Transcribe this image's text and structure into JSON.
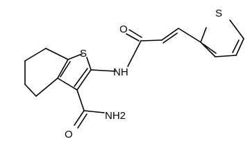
{
  "diagram": {
    "type": "chemical-structure",
    "atom_labels": {
      "thiophene_S": "S",
      "ring_S": "S",
      "amide_NH": "NH",
      "carbonyl_O": "O",
      "carboxamide_O": "O",
      "carboxamide_NH2": "NH2"
    },
    "colors": {
      "bond": "#000000",
      "label": "#000000",
      "background": "#ffffff"
    }
  }
}
